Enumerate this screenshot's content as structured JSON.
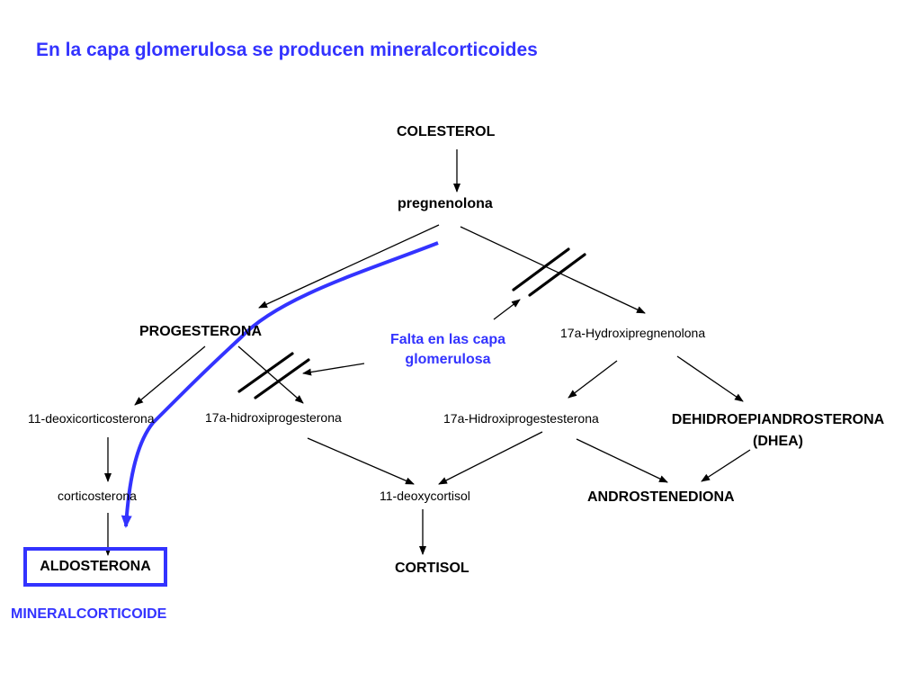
{
  "title": "En la capa glomerulosa se producen mineralcorticoides",
  "nodes": {
    "colesterol": "COLESTEROL",
    "pregnenolona": "pregnenolona",
    "progesterona": "PROGESTERONA",
    "hidroxipregnenolona": "17a-Hydroxipregnenolona",
    "deoxicorticosterona": "11-deoxicorticosterona",
    "hidroxiprogesterona": "17a-hidroxiprogesterona",
    "hidroxiprogestesterona": "17a-Hidroxiprogestesterona",
    "dhea_line1": "DEHIDROEPIANDROSTERONA",
    "dhea_line2": "(DHEA)",
    "corticosterona": "corticosterona",
    "deoxycortisol": "11-deoxycortisol",
    "androstenediona": "ANDROSTENEDIONA",
    "aldosterona": "ALDOSTERONA",
    "cortisol": "CORTISOL"
  },
  "note": {
    "line1": "Falta en las capa",
    "line2": "glomerulosa"
  },
  "footer_label": "MINERALCORTICOIDE",
  "colors": {
    "accent": "#3333ff",
    "text": "#000000"
  }
}
